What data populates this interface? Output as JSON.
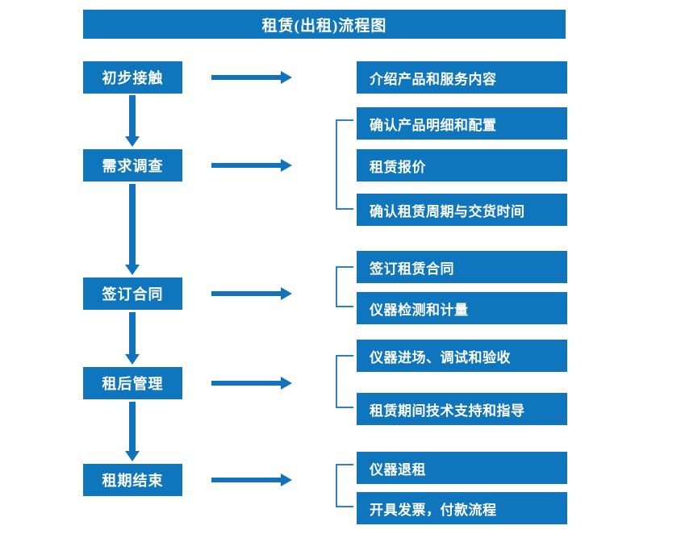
{
  "title": "租赁(出租)流程图",
  "theme": {
    "box_blue": "#0f75bd",
    "arrow_blue": "#1273bd",
    "bracket_blue": "#2f7fc4",
    "text_white": "#ffffff",
    "background": "#ffffff"
  },
  "stages": [
    {
      "label": "初步接触"
    },
    {
      "label": "需求调查"
    },
    {
      "label": "签订合同"
    },
    {
      "label": "租后管理"
    },
    {
      "label": "租期结束"
    }
  ],
  "details": [
    {
      "label": "介绍产品和服务内容"
    },
    {
      "label": "确认产品明细和配置"
    },
    {
      "label": "租赁报价"
    },
    {
      "label": "确认租赁周期与交货时间"
    },
    {
      "label": "签订租赁合同"
    },
    {
      "label": "仪器检测和计量"
    },
    {
      "label": "仪器进场、调试和验收"
    },
    {
      "label": "租赁期间技术支持和指导"
    },
    {
      "label": "仪器退租"
    },
    {
      "label": "开具发票，付款流程"
    }
  ],
  "groups": [
    {
      "stage": "初步接触",
      "details": [
        "介绍产品和服务内容"
      ]
    },
    {
      "stage": "需求调查",
      "details": [
        "确认产品明细和配置",
        "租赁报价",
        "确认租赁周期与交货时间"
      ]
    },
    {
      "stage": "签订合同",
      "details": [
        "签订租赁合同",
        "仪器检测和计量"
      ]
    },
    {
      "stage": "租后管理",
      "details": [
        "仪器进场、调试和验收",
        "租赁期间技术支持和指导"
      ]
    },
    {
      "stage": "租期结束",
      "details": [
        "仪器退租",
        "开具发票，付款流程"
      ]
    }
  ],
  "connectors": {
    "stage_flow_arrows": 4,
    "stage_to_detail_arrows": 5,
    "group_brackets": 4
  }
}
